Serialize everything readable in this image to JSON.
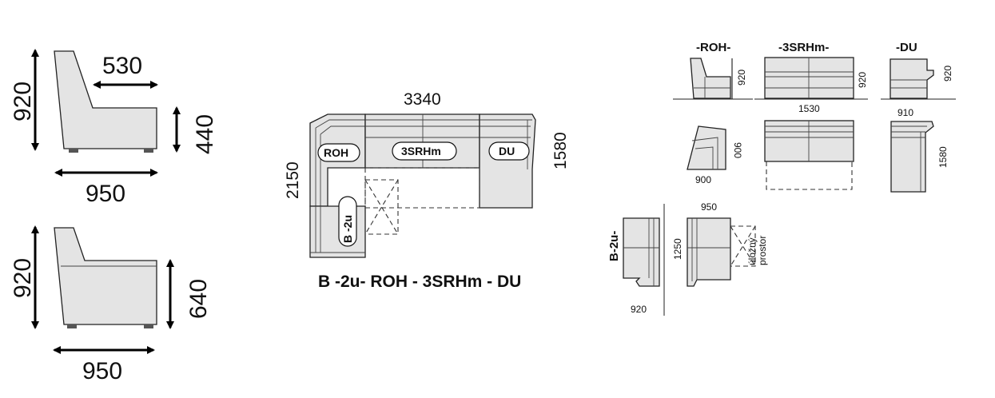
{
  "side_views": {
    "top": {
      "height": "920",
      "depth": "530",
      "seat_height": "440",
      "width": "950"
    },
    "bottom": {
      "height": "920",
      "arm_height": "640",
      "width": "950"
    }
  },
  "plan": {
    "total_width": "3340",
    "left_depth": "2150",
    "right_depth": "1580",
    "modules": {
      "roh": "ROH",
      "srhm": "3SRHm",
      "du": "DU",
      "b2u": "B -2u"
    },
    "caption": "B -2u- ROH - 3SRHm - DU"
  },
  "modules_detail": {
    "roh": {
      "title": "-ROH-",
      "height": "920",
      "depth": "900"
    },
    "srhm": {
      "title": "-3SRHm-",
      "height": "920",
      "width": "1530"
    },
    "du": {
      "title": "-DU",
      "height": "920",
      "width": "910",
      "depth": "1580"
    },
    "b2u": {
      "title": "B-2u-",
      "width": "950",
      "length": "1250",
      "depth": "920",
      "storage_line1": "úložný",
      "storage_line2": "prostor"
    }
  }
}
